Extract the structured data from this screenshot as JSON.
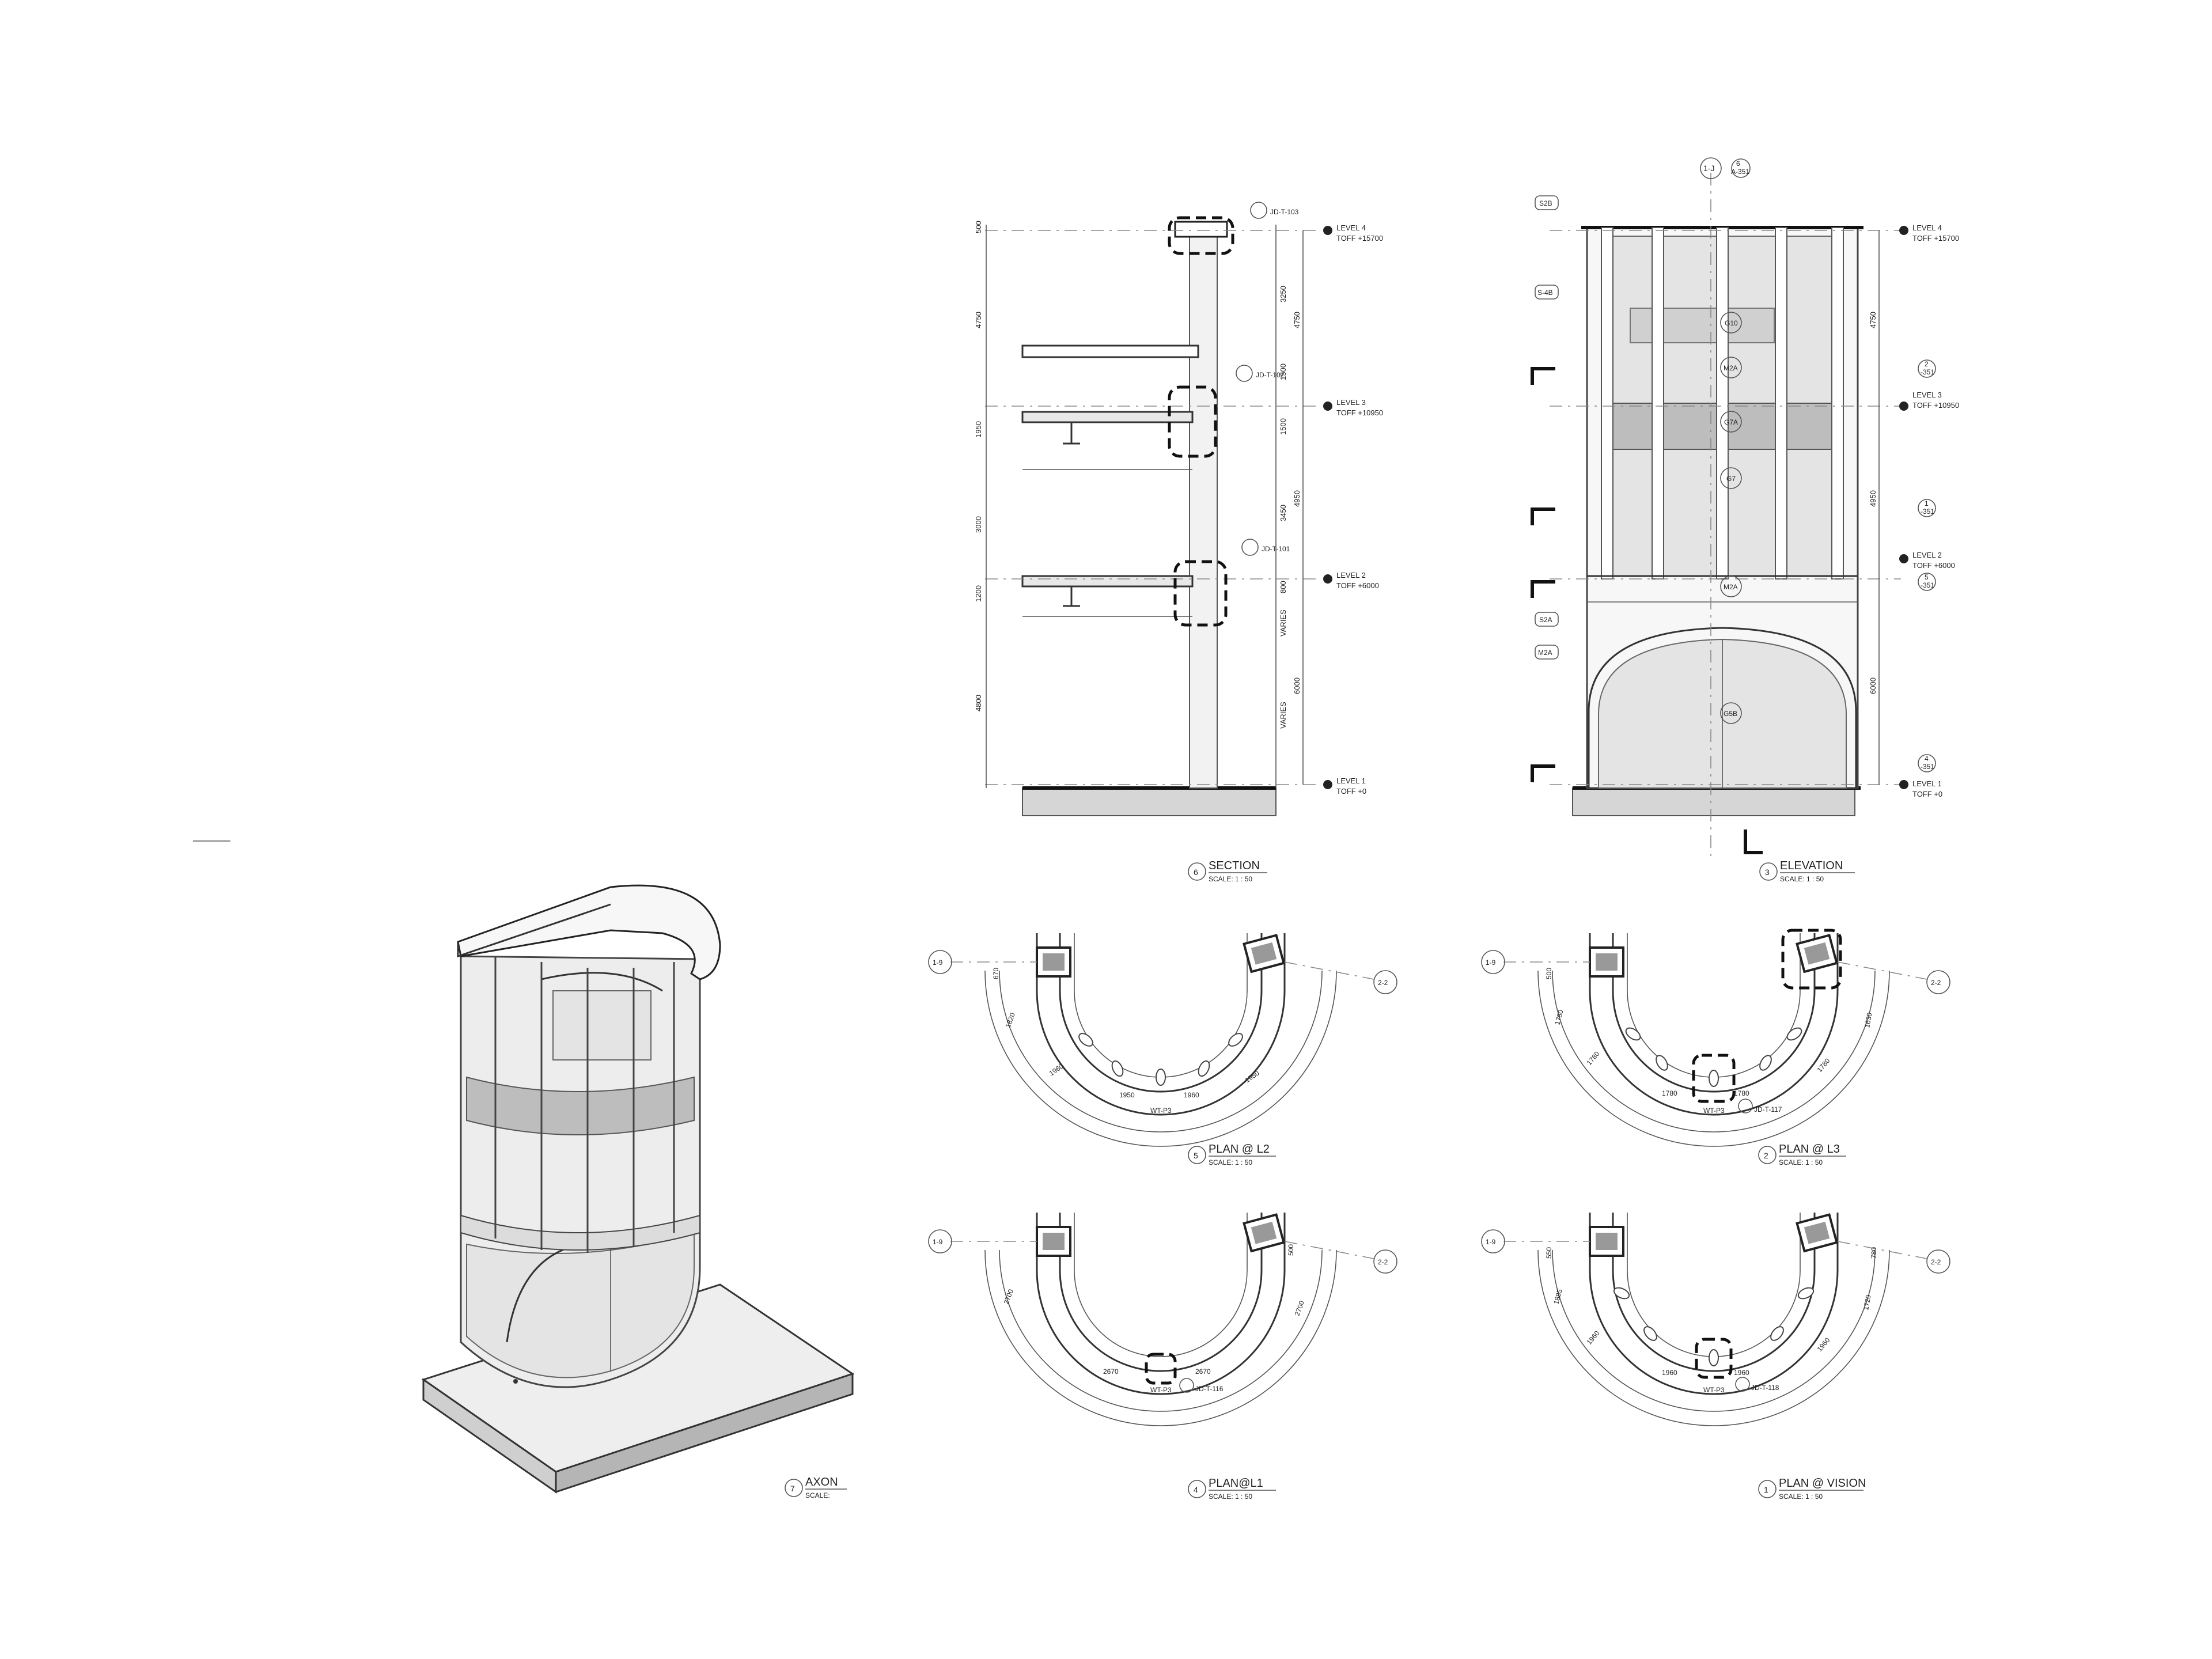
{
  "sheet": {
    "views": {
      "section": {
        "num": "6",
        "title": "SECTION",
        "scale": "SCALE: 1 : 50"
      },
      "elevation": {
        "num": "3",
        "title": "ELEVATION",
        "scale": "SCALE: 1 : 50"
      },
      "axon": {
        "num": "7",
        "title": "AXON",
        "scale": "SCALE:"
      },
      "plan_l2": {
        "num": "5",
        "title": "PLAN @ L2",
        "scale": "SCALE: 1 : 50"
      },
      "plan_l3": {
        "num": "2",
        "title": "PLAN @ L3",
        "scale": "SCALE: 1 : 50"
      },
      "plan_l1": {
        "num": "4",
        "title": "PLAN@L1",
        "scale": "SCALE: 1 : 50"
      },
      "plan_vis": {
        "num": "1",
        "title": "PLAN @ VISION",
        "scale": "SCALE: 1 : 50"
      }
    },
    "levels": {
      "l4": {
        "name": "LEVEL 4",
        "toff": "TOFF +15700"
      },
      "l3": {
        "name": "LEVEL 3",
        "toff": "TOFF +10950"
      },
      "l2": {
        "name": "LEVEL 2",
        "toff": "TOFF +6000"
      },
      "l1": {
        "name": "LEVEL 1",
        "toff": "TOFF +0"
      }
    },
    "section_dims": {
      "left": [
        "500",
        "4750",
        "1950",
        "3000",
        "1200",
        "4800"
      ],
      "right": [
        "3250",
        "1500",
        "1500",
        "3450",
        "800",
        "VARIES",
        "VARIES"
      ],
      "outer": [
        "4750",
        "4950",
        "6000"
      ]
    },
    "section_tags": [
      "JD-T-103",
      "JD-T-102",
      "JD-T-101"
    ],
    "elevation_dims": [
      "4750",
      "4950",
      "6000"
    ],
    "elevation_tags": [
      "S2B",
      "S-4B",
      "S2A",
      "M2A",
      "G10",
      "M2A",
      "G7A",
      "G7",
      "M2A",
      "G5B"
    ],
    "elevation_markers": {
      "grid": "1-J",
      "top_ref": "6\nA-351",
      "r1": "2\n-351",
      "r2": "1\n-351",
      "r3": "5\n-351",
      "r4": "4\n-351"
    },
    "grids": {
      "left": "1-9",
      "right": "2-2"
    },
    "plans": {
      "l2": {
        "dims": [
          "670",
          "1820",
          "1960",
          "1950",
          "1960",
          "1950"
        ],
        "wt": "WT-P3"
      },
      "l3": {
        "dims": [
          "500",
          "1780",
          "1780",
          "1780",
          "1780",
          "1780",
          "1630"
        ],
        "tag": "JD-T-117",
        "wt": "WT-P3"
      },
      "l1": {
        "dims": [
          "2700",
          "2670",
          "2670",
          "2700",
          "500"
        ],
        "tag": "JD-T-116",
        "wt": "WT-P3"
      },
      "vis": {
        "dims": [
          "550",
          "1885",
          "1960",
          "1960",
          "1960",
          "1960",
          "1720",
          "780"
        ],
        "tag": "JD-T-118",
        "wt": "WT-P3"
      }
    }
  }
}
